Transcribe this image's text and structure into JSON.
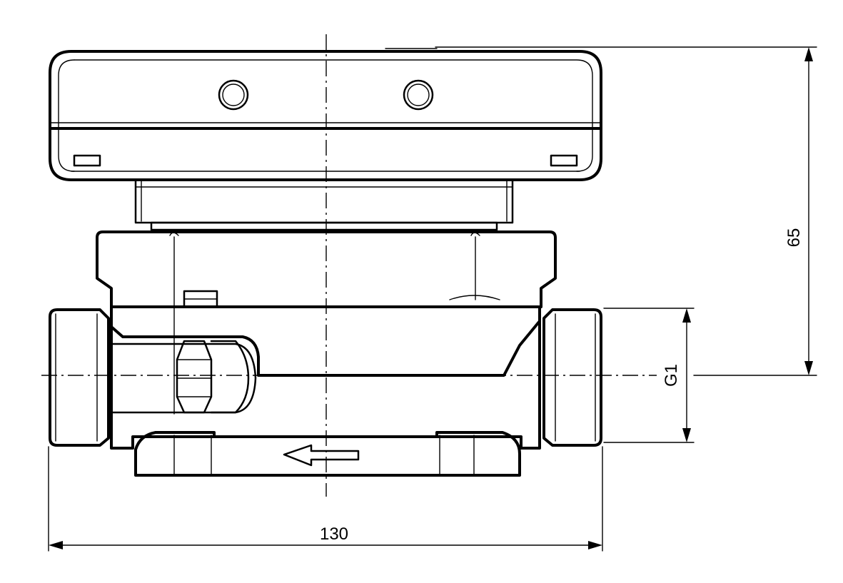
{
  "dimensions": {
    "width_label": "130",
    "height_label": "65",
    "thread_label": "G1"
  },
  "colors": {
    "line": "#000000",
    "background": "#ffffff"
  },
  "icons": {
    "flow_direction": "left-arrow-icon"
  }
}
